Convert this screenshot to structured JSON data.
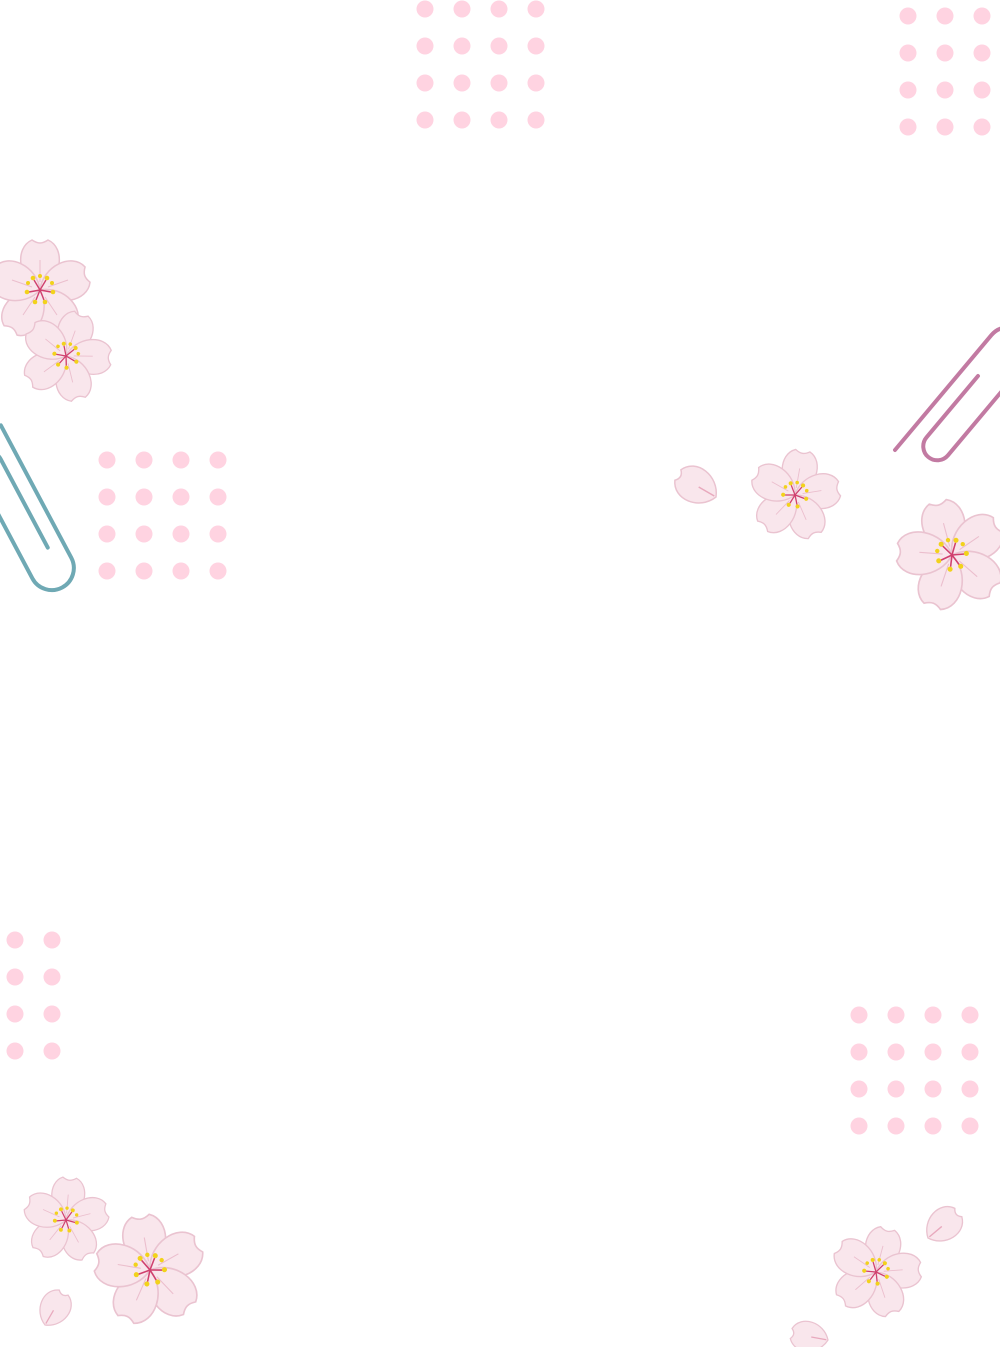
{
  "theme": {
    "background": "#ffffff",
    "dot_color": "#ffd3e1",
    "petal_fill": "#f9e6ec",
    "petal_stroke": "#eac3d0",
    "stamen_color": "#f2d21b",
    "filament_color": "#d0406e",
    "clip_blue": "#6fa9b4",
    "clip_pink": "#c27aa2"
  },
  "decorations": [
    "dot-grid",
    "cherry-blossom",
    "petal",
    "paperclip"
  ]
}
